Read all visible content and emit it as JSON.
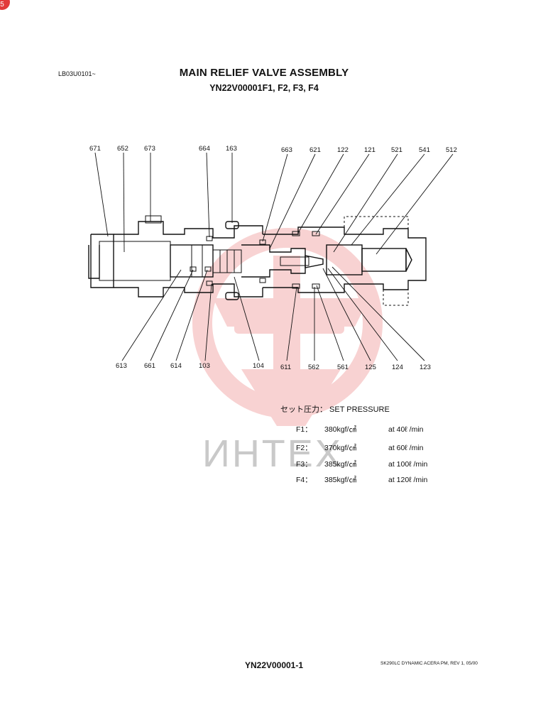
{
  "corner_badge": "5",
  "doc_code": "LB03U0101~",
  "title": "MAIN RELIEF VALVE ASSEMBLY",
  "subtitle": "YN22V00001F1, F2, F3, F4",
  "part_labels_top": [
    "671",
    "652",
    "673",
    "664",
    "163",
    "663",
    "621",
    "122",
    "121",
    "521",
    "541",
    "512"
  ],
  "part_labels_bottom": [
    "613",
    "661",
    "614",
    "103",
    "104",
    "611",
    "562",
    "561",
    "125",
    "124",
    "123"
  ],
  "set_pressure": {
    "heading": "セット圧力： SET PRESSURE",
    "rows": [
      {
        "key": "F1：",
        "value": "380kgf/㎠",
        "flow": "at  40ℓ /min"
      },
      {
        "key": "F2：",
        "value": "370kgf/㎠",
        "flow": "at  60ℓ /min"
      },
      {
        "key": "F3：",
        "value": "385kgf/㎠",
        "flow": "at  100ℓ /min"
      },
      {
        "key": "F4：",
        "value": "385kgf/㎠",
        "flow": "at  120ℓ /min"
      }
    ]
  },
  "watermark": "ИНТЕХ",
  "colors": {
    "watermark_logo": "#f3b2b2",
    "badge": "#e23b3b"
  },
  "footer": {
    "code": "YN22V00001-1",
    "revision": "SK290LC DYNAMIC ACERA PM, REV 1, 05/00"
  }
}
